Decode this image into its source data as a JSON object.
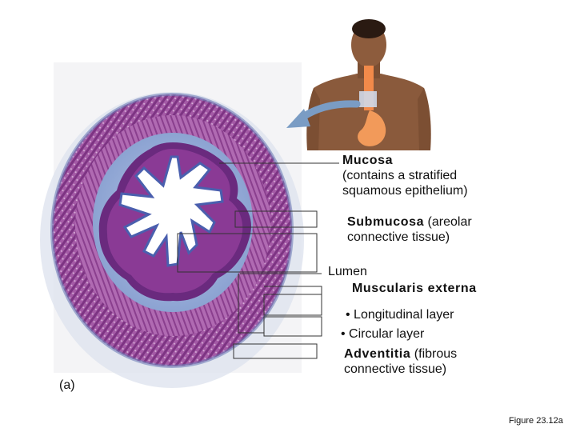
{
  "panel_label": "(a)",
  "labels": {
    "mucosa": {
      "title": "Mucosa",
      "desc1": "(contains a stratified",
      "desc2": "squamous epithelium)"
    },
    "submucosa": {
      "title": "Submucosa",
      "desc1": " (areolar",
      "desc2": "connective tissue)"
    },
    "lumen": "Lumen",
    "muscularis": "Muscularis externa",
    "longitudinal": "• Longitudinal layer",
    "circular": "• Circular layer",
    "adventitia": {
      "title": "Adventitia",
      "desc1": " (fibrous",
      "desc2": "connective tissue)"
    }
  },
  "figure_caption": "Figure 23.12a",
  "colors": {
    "muscle_purple": "#9a4d9c",
    "submucosa_blue": "#8fa6d4",
    "epithelium": "#7a2f8a",
    "arrow": "#7a9cc4"
  },
  "icons": [
    "human-torso-illustration",
    "curved-arrow-icon",
    "micrograph-cross-section"
  ]
}
